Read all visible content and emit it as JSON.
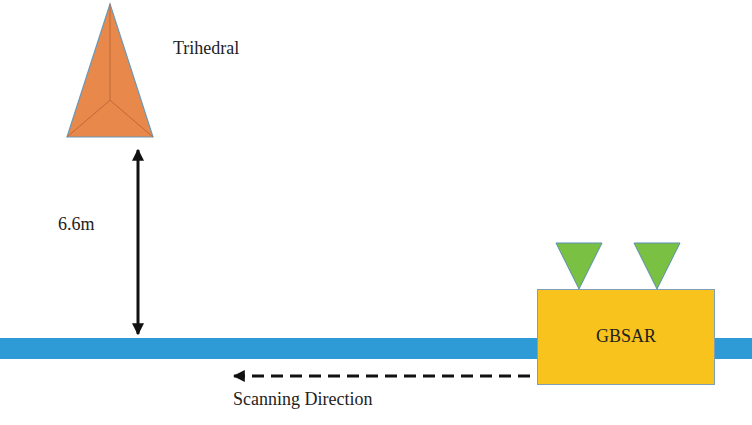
{
  "diagram": {
    "nodes": [
      {
        "text": [
          "Trihedral"
        ]
      },
      {
        "text": [
          "GBSAR"
        ]
      }
    ],
    "labels": [
      "6.6m",
      "Scanning Direction"
    ]
  }
}
